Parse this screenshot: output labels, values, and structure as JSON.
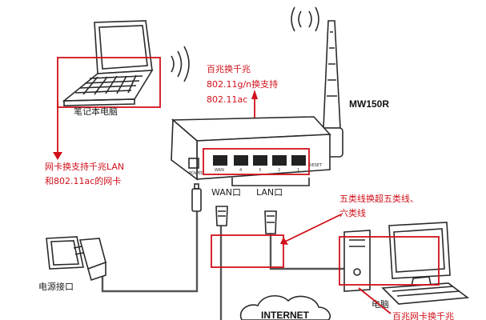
{
  "router": {
    "model": "MW150R",
    "wan_port": "WAN口",
    "lan_port": "LAN口",
    "port_wan_tag": "WAN",
    "port_numbers": [
      "4",
      "3",
      "2",
      "1"
    ],
    "reset_tag": "RESET",
    "power_tag": "POWER"
  },
  "annotations": {
    "router_upgrade": [
      "百兆换千兆",
      "802.11g/n换支持",
      "802.11ac"
    ],
    "laptop_label": "笔记本电脑",
    "nic_upgrade": [
      "网卡换支持千兆LAN",
      "和802.11ac的网卡"
    ],
    "cable_upgrade": [
      "五类线换超五类线、",
      "六类线"
    ],
    "power_label": "电源接口",
    "pc_label": "电脑",
    "pc_note": "百兆网卡换千兆",
    "internet": "INTERNET"
  },
  "colors": {
    "accent": "#d0101a",
    "ink": "#2a2a2a"
  }
}
